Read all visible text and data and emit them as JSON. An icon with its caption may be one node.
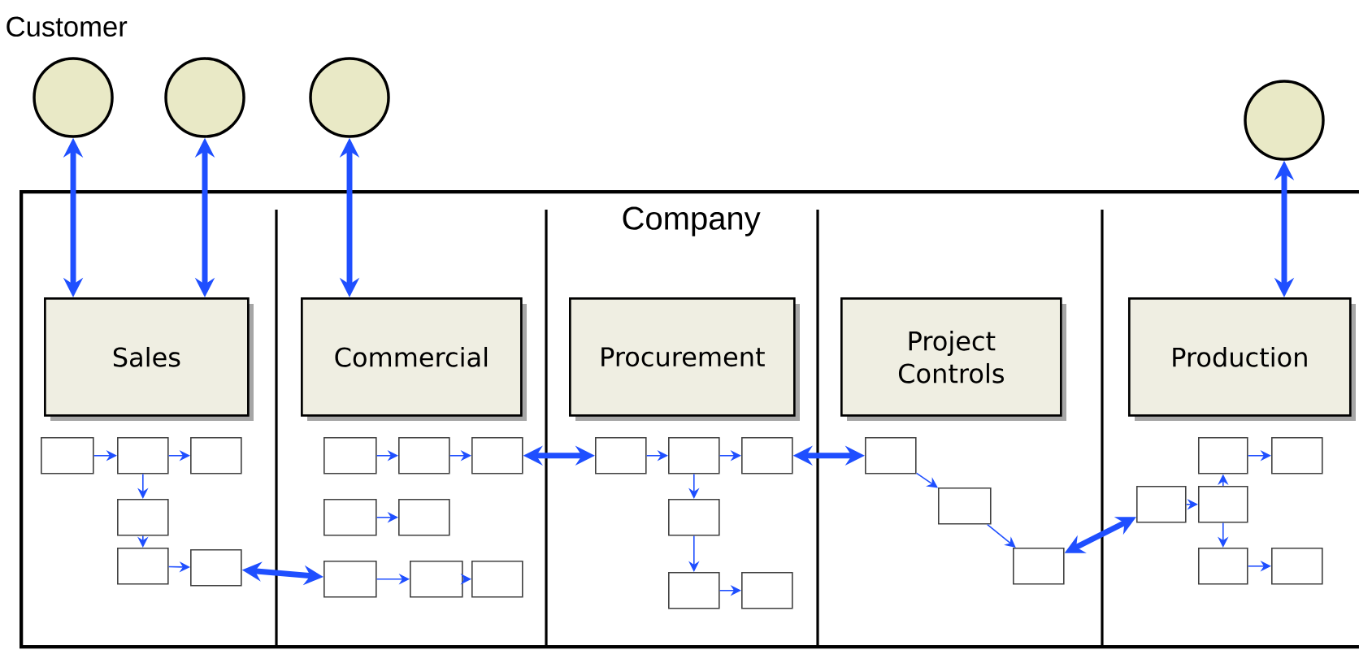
{
  "diagram": {
    "nodes": [
      {
        "text": [
          "Company"
        ]
      },
      {
        "text": [],
        "shape": "circle"
      },
      {
        "text": [],
        "shape": "circle"
      },
      {
        "text": [],
        "shape": "circle"
      },
      {
        "text": [],
        "shape": "circle"
      },
      {
        "text": [
          "Sales"
        ],
        "in": 0
      },
      {
        "text": [
          "Commercial"
        ],
        "in": 0
      },
      {
        "text": [
          "Procurement"
        ],
        "in": 0
      },
      {
        "text": [
          "Project Controls"
        ],
        "in": 0
      },
      {
        "text": [
          "Production"
        ],
        "in": 0
      },
      {
        "text": [],
        "shape": "box",
        "in": 0
      },
      {
        "text": [],
        "shape": "box",
        "in": 0
      },
      {
        "text": [],
        "shape": "box",
        "in": 0
      },
      {
        "text": [],
        "shape": "box",
        "in": 0
      },
      {
        "text": [],
        "shape": "box",
        "in": 0
      },
      {
        "text": [],
        "shape": "box",
        "in": 0
      },
      {
        "text": [],
        "shape": "box",
        "in": 0
      },
      {
        "text": [],
        "shape": "box",
        "in": 0
      },
      {
        "text": [],
        "shape": "box",
        "in": 0
      },
      {
        "text": [],
        "shape": "box",
        "in": 0
      },
      {
        "text": [],
        "shape": "box",
        "in": 0
      },
      {
        "text": [],
        "shape": "box",
        "in": 0
      },
      {
        "text": [],
        "shape": "box",
        "in": 0
      },
      {
        "text": [],
        "shape": "box",
        "in": 0
      },
      {
        "text": [],
        "shape": "box",
        "in": 0
      },
      {
        "text": [],
        "shape": "box",
        "in": 0
      },
      {
        "text": [],
        "shape": "box",
        "in": 0
      },
      {
        "text": [],
        "shape": "box",
        "in": 0
      },
      {
        "text": [],
        "shape": "box",
        "in": 0
      },
      {
        "text": [],
        "shape": "box",
        "in": 0
      },
      {
        "text": [],
        "shape": "box",
        "in": 0
      },
      {
        "text": [],
        "shape": "box",
        "in": 0
      },
      {
        "text": [],
        "shape": "box",
        "in": 0
      },
      {
        "text": [],
        "shape": "box",
        "in": 0
      },
      {
        "text": [],
        "shape": "box",
        "in": 0
      },
      {
        "text": [],
        "shape": "box",
        "in": 0
      },
      {
        "text": [],
        "shape": "box",
        "in": 0
      },
      {
        "text": [],
        "shape": "box",
        "in": 0
      },
      {
        "text": [],
        "shape": "box",
        "in": 0
      }
    ],
    "edges": [
      {
        "from": 1,
        "to": 5,
        "arrow": "both",
        "style": "thick"
      },
      {
        "from": 2,
        "to": 5,
        "arrow": "both",
        "style": "thick"
      },
      {
        "from": 3,
        "to": 6,
        "arrow": "both",
        "style": "thick"
      },
      {
        "from": 4,
        "to": 9,
        "arrow": "both",
        "style": "thick"
      },
      {
        "from": 10,
        "to": 11,
        "arrow": "to"
      },
      {
        "from": 11,
        "to": 12,
        "arrow": "to"
      },
      {
        "from": 11,
        "to": 13,
        "arrow": "to"
      },
      {
        "from": 13,
        "to": 14,
        "arrow": "to"
      },
      {
        "from": 14,
        "to": 15,
        "arrow": "to"
      },
      {
        "from": 16,
        "to": 17,
        "arrow": "to"
      },
      {
        "from": 17,
        "to": 18,
        "arrow": "to"
      },
      {
        "from": 19,
        "to": 20,
        "arrow": "to"
      },
      {
        "from": 21,
        "to": 22,
        "arrow": "to"
      },
      {
        "from": 22,
        "to": 23,
        "arrow": "to"
      },
      {
        "from": 24,
        "to": 25,
        "arrow": "to"
      },
      {
        "from": 25,
        "to": 26,
        "arrow": "to"
      },
      {
        "from": 25,
        "to": 27,
        "arrow": "to"
      },
      {
        "from": 27,
        "to": 28,
        "arrow": "to"
      },
      {
        "from": 28,
        "to": 29,
        "arrow": "to"
      },
      {
        "from": 30,
        "to": 31,
        "arrow": "to"
      },
      {
        "from": 31,
        "to": 32,
        "arrow": "to"
      },
      {
        "from": 35,
        "to": 36,
        "arrow": "to"
      },
      {
        "from": 36,
        "to": 33,
        "arrow": "to"
      },
      {
        "from": 33,
        "to": 34,
        "arrow": "to"
      },
      {
        "from": 36,
        "to": 37,
        "arrow": "to"
      },
      {
        "from": 37,
        "to": 38,
        "arrow": "to"
      },
      {
        "from": 15,
        "to": 21,
        "arrow": "both",
        "style": "thick"
      },
      {
        "from": 18,
        "to": 24,
        "arrow": "both",
        "style": "thick"
      },
      {
        "from": 26,
        "to": 30,
        "arrow": "both",
        "style": "thick"
      },
      {
        "from": 32,
        "to": 35,
        "arrow": "both",
        "style": "thick"
      }
    ],
    "labels": [
      "Customer"
    ]
  }
}
